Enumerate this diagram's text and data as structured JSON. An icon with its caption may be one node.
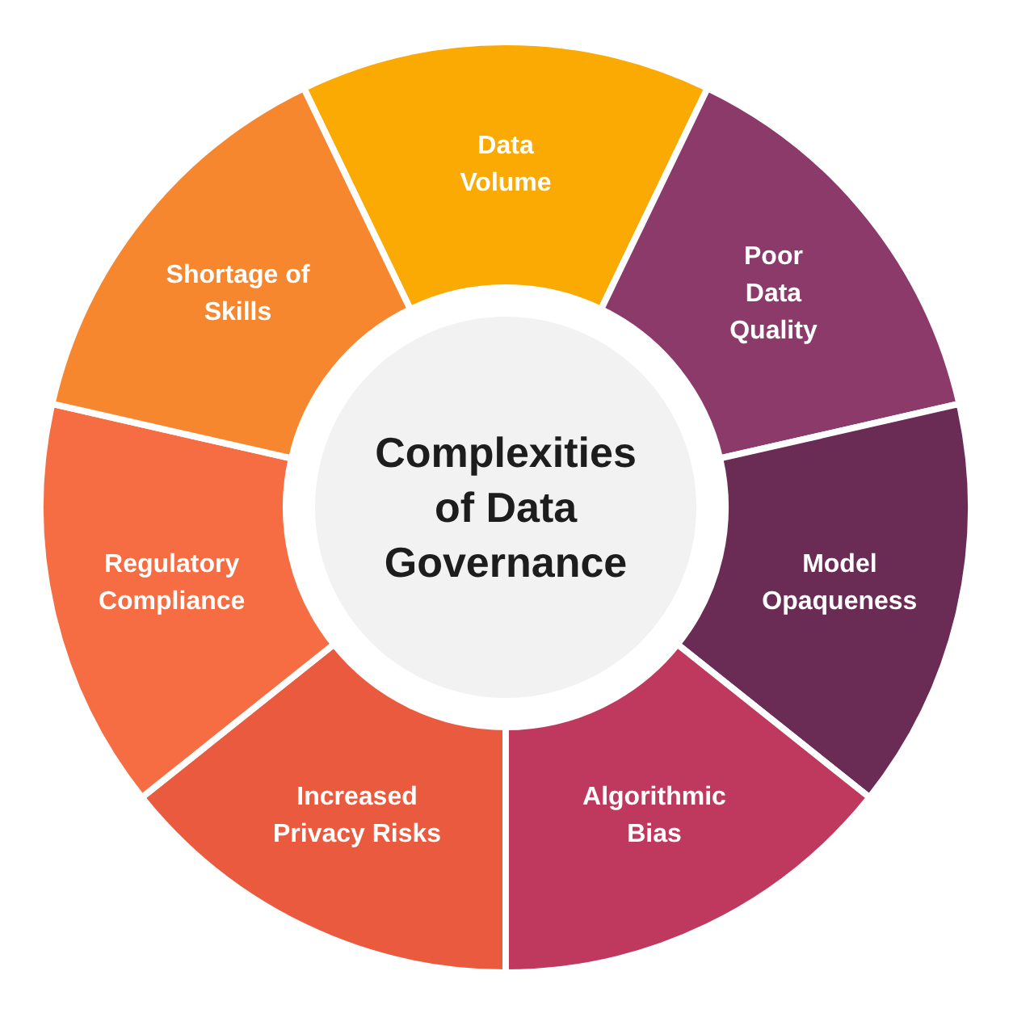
{
  "diagram": {
    "nodes": [
      {
        "text": [
          "Complexities of Data Governance"
        ]
      },
      {
        "text": [
          "Data Volume"
        ]
      },
      {
        "text": [
          "Poor Data Quality"
        ]
      },
      {
        "text": [
          "Model Opaqueness"
        ]
      },
      {
        "text": [
          "Algorithmic Bias"
        ]
      },
      {
        "text": [
          "Increased Privacy Risks"
        ]
      },
      {
        "text": [
          "Regulatory Compliance"
        ]
      },
      {
        "text": [
          "Shortage of Skills"
        ]
      }
    ]
  }
}
